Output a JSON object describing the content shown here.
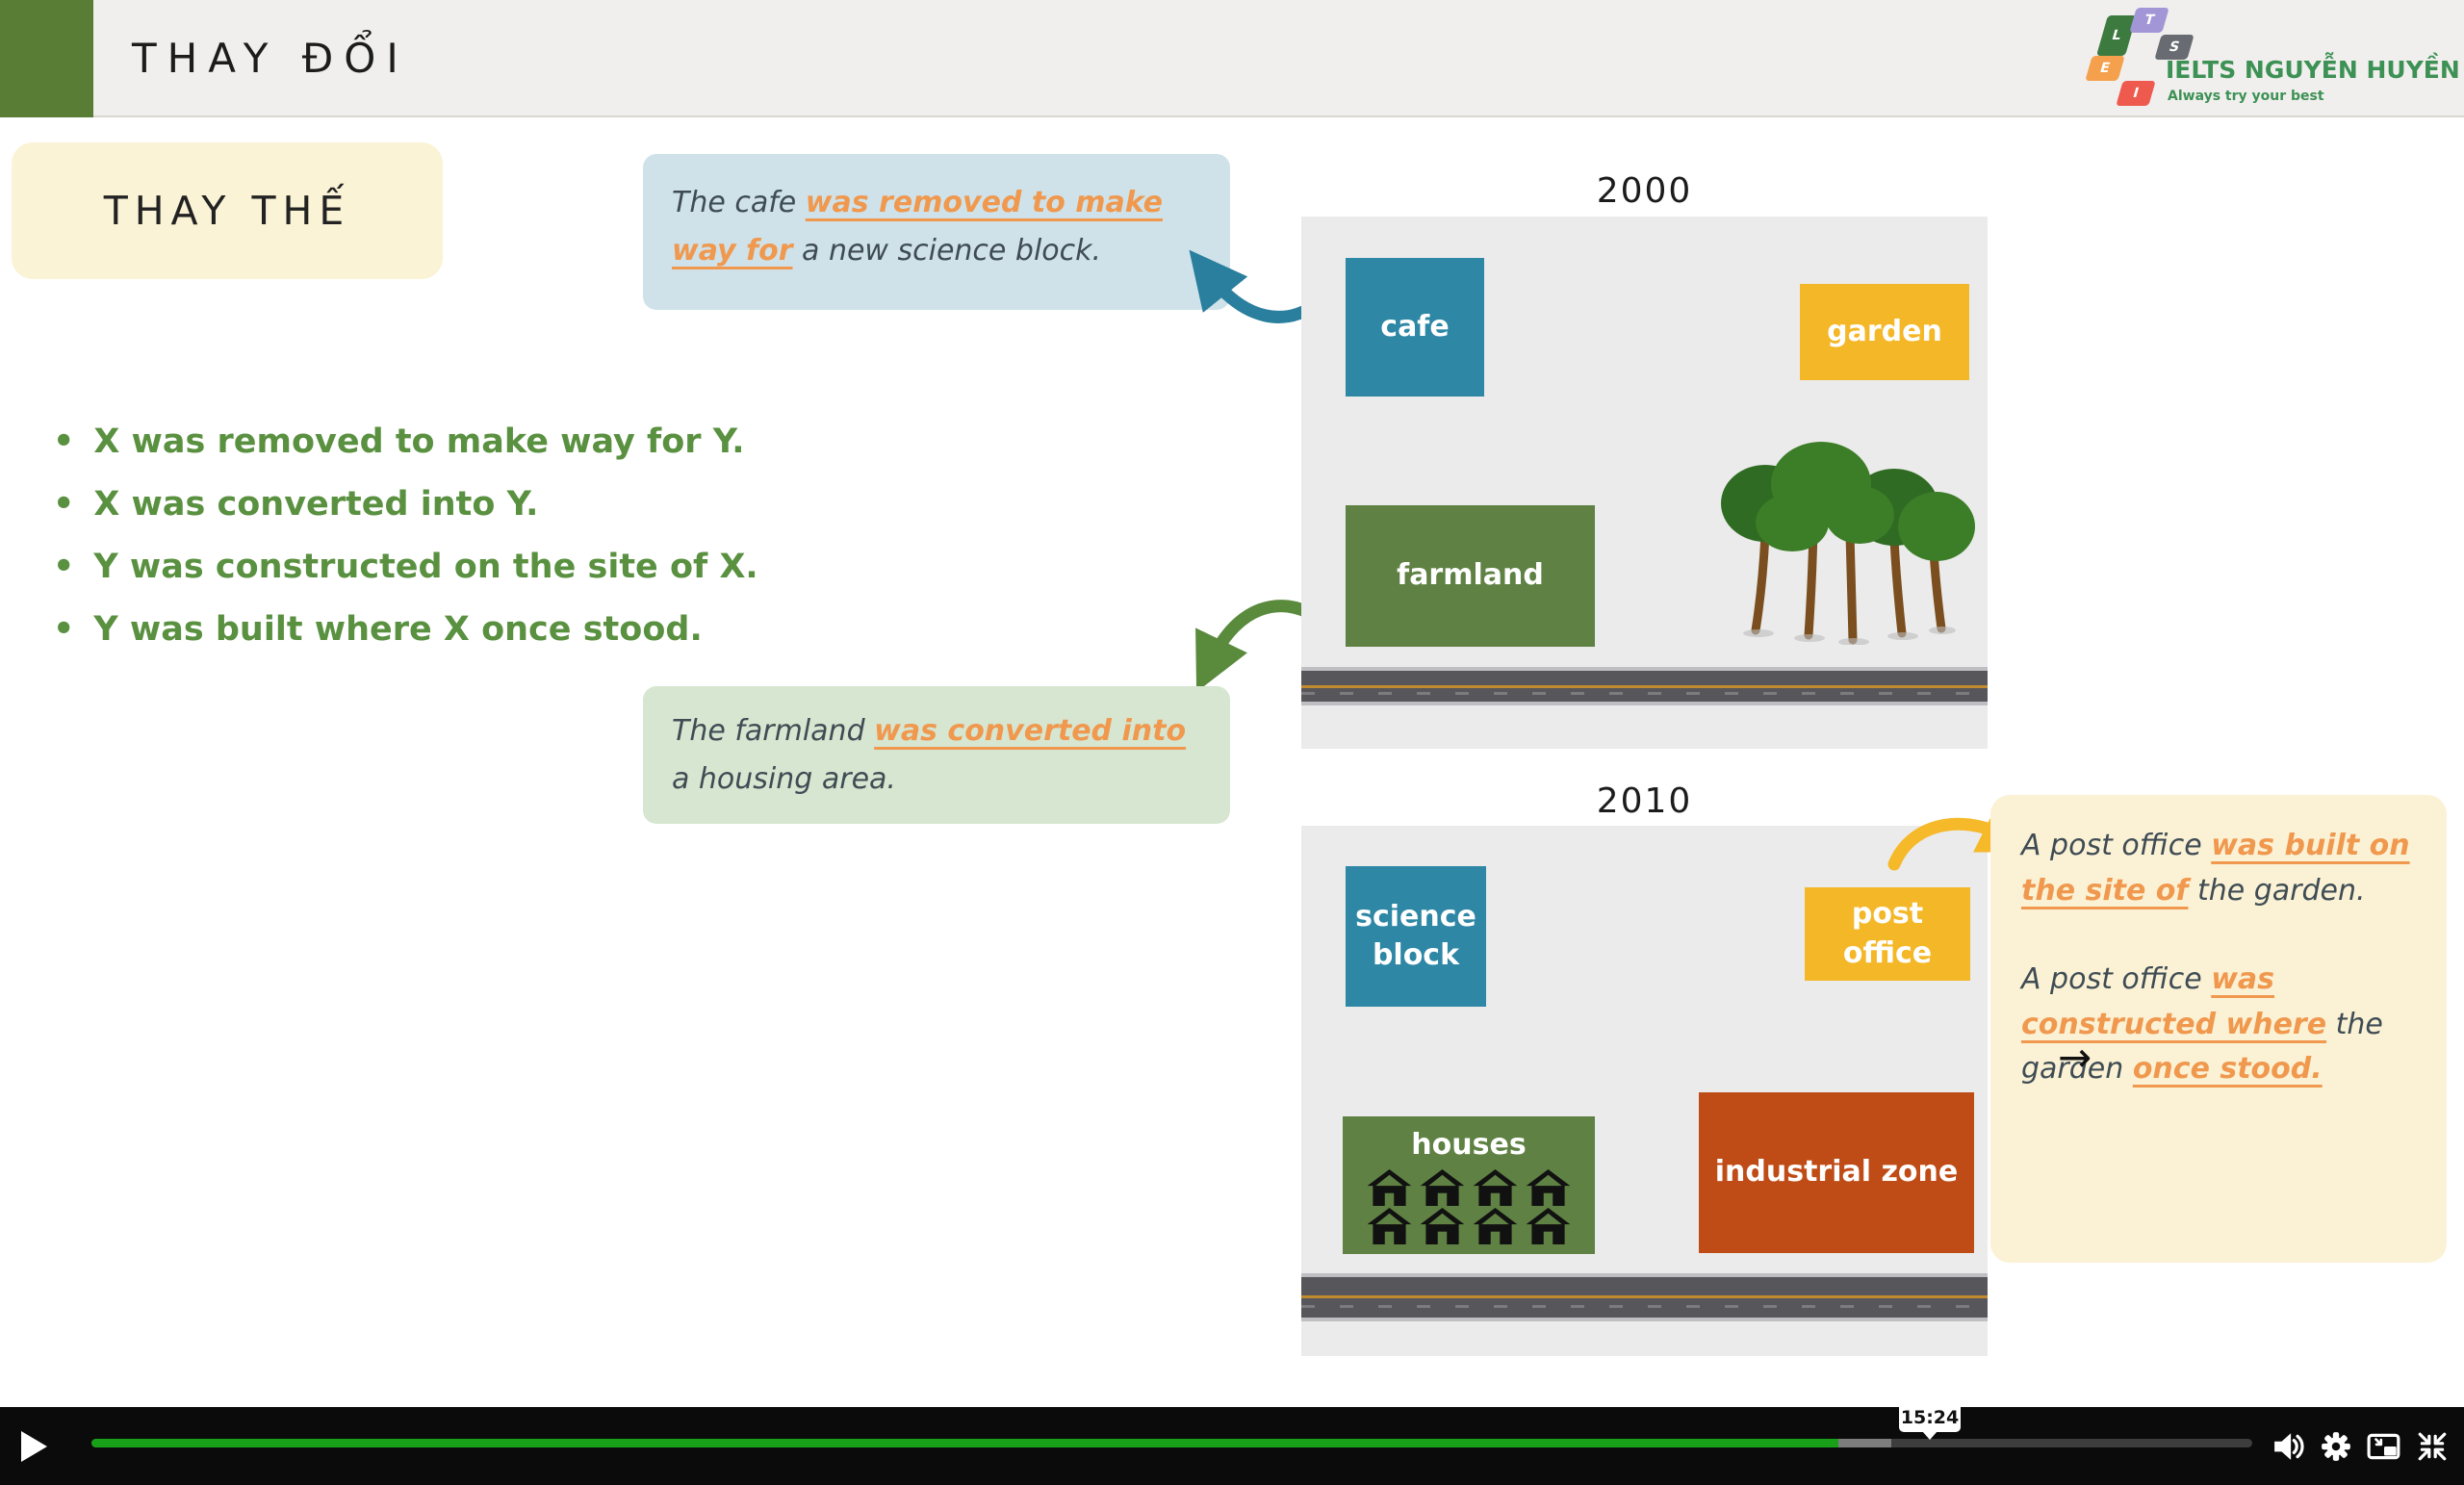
{
  "header": {
    "title": "THAY ĐỔI",
    "logo": {
      "brand": "IELTS NGUYỄN HUYỀN",
      "tagline": "Always try your best",
      "tiles": [
        {
          "letter": "L",
          "color": "#3c7a40"
        },
        {
          "letter": "T",
          "color": "#a396d6"
        },
        {
          "letter": "S",
          "color": "#686c72"
        },
        {
          "letter": "E",
          "color": "#f5a04c"
        },
        {
          "letter": "I",
          "color": "#ee5a4e"
        }
      ]
    }
  },
  "slide": {
    "badge": "THAY THẾ",
    "bullets": [
      "X was removed to make way for Y.",
      "X was converted into Y.",
      "Y was constructed on the site of X.",
      "Y was built where X once stood."
    ],
    "cafe_callout": {
      "pre": "The cafe ",
      "highlight": "was removed to make way for",
      "post": " a new science block."
    },
    "farmland_callout": {
      "pre": "The farmland ",
      "highlight": "was converted into",
      "post": " a housing area."
    },
    "post_office_note": {
      "p1_pre": "A post office ",
      "p1_highlight": "was built on the site of",
      "p1_post": " the garden.",
      "p2_pre": "A post office ",
      "p2_highlight1": "was constructed where",
      "p2_mid": " the garden ",
      "p2_highlight2": "once stood."
    },
    "maps": [
      {
        "year": "2000",
        "blocks": [
          {
            "label": "cafe"
          },
          {
            "label": "garden"
          },
          {
            "label": "farmland"
          }
        ]
      },
      {
        "year": "2010",
        "blocks": [
          {
            "label": "science block"
          },
          {
            "label": "post office"
          },
          {
            "label": "houses"
          },
          {
            "label": "industrial zone"
          }
        ]
      }
    ],
    "cursor_glyph": "→"
  },
  "player": {
    "time_tooltip": "15:24",
    "progress_percent": 81,
    "icons": [
      "play",
      "volume",
      "settings",
      "picture-in-picture",
      "exit-fullscreen"
    ]
  },
  "colors": {
    "accent_green": "#5a9140",
    "teal_block": "#2d87a5",
    "yellow_block": "#f4b728",
    "olive_block": "#5f8143",
    "rust_block": "#bf4b17",
    "highlight_orange": "#f0984e",
    "dark_text": "#3f4c54",
    "progress_green": "#18a018"
  }
}
